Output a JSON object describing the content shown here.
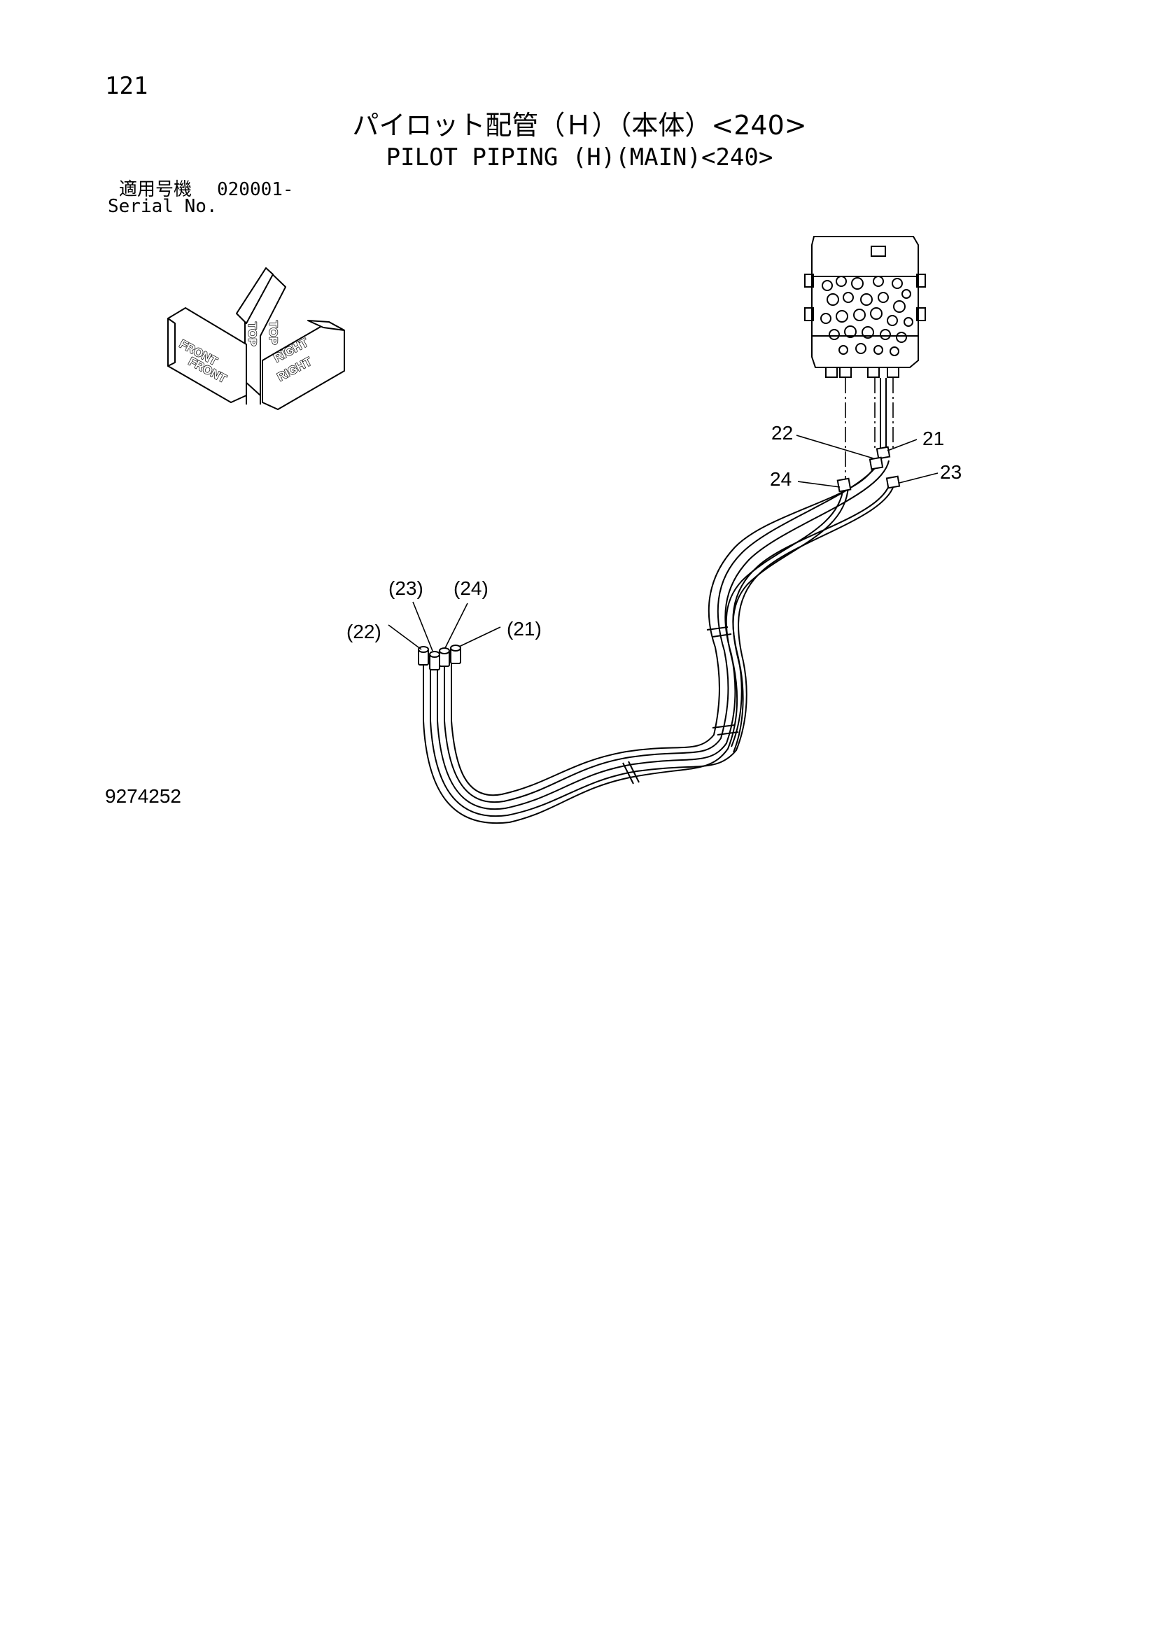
{
  "header": {
    "page_number": "121",
    "title_jp": "パイロット配管（Ｈ）（本体）<240>",
    "title_en": "PILOT PIPING (H)(MAIN)<240>",
    "serial_label_jp": "適用号機",
    "serial_value": "020001-",
    "serial_label_en": "Serial No."
  },
  "orientation": {
    "front": "FRONT",
    "top": "TOP",
    "right": "RIGHT"
  },
  "callouts": {
    "c21": "21",
    "c22": "22",
    "c23": "23",
    "c24": "24",
    "r21": "(21)",
    "r22": "(22)",
    "r23": "(23)",
    "r24": "(24)"
  },
  "footer": {
    "drawing_number": "9274252"
  }
}
